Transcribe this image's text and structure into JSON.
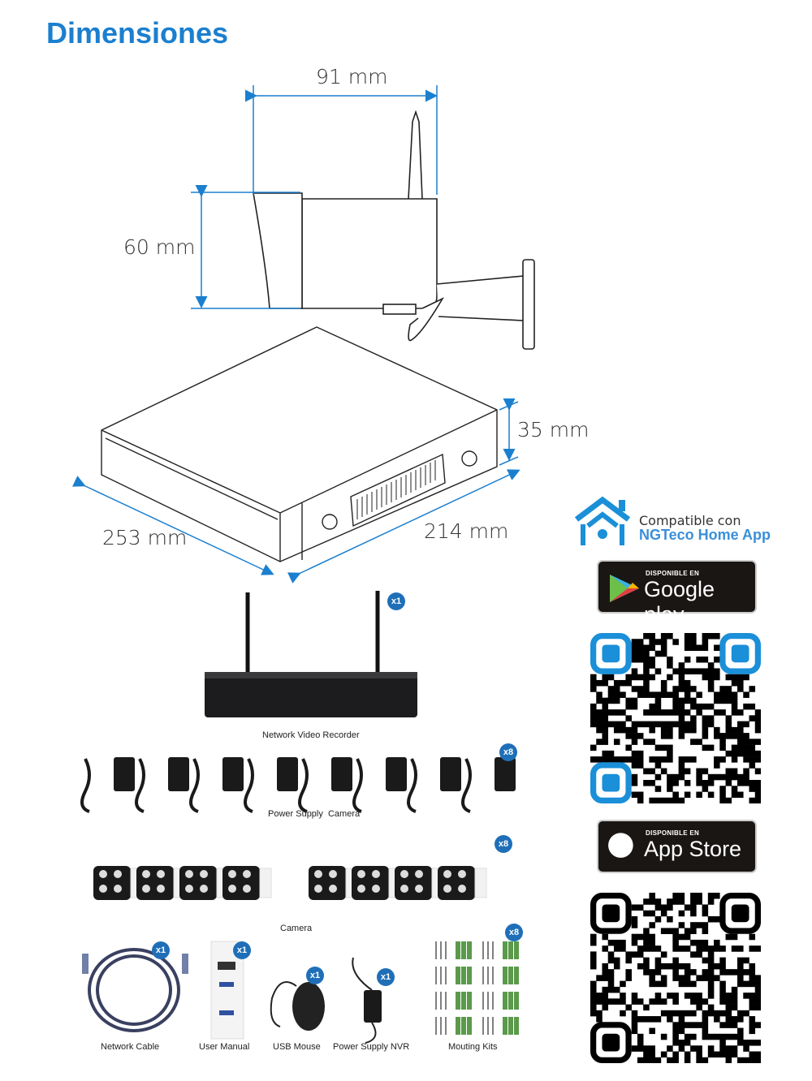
{
  "title": "Dimensiones",
  "dimensions": {
    "camera_width": "91 mm",
    "camera_height": "60 mm",
    "nvr_height": "35 mm",
    "nvr_width": "253 mm",
    "nvr_depth": "214 mm"
  },
  "compatibility": {
    "line1": "Compatible con",
    "line2": "NGTeco Home App"
  },
  "google_play": {
    "small": "DISPONIBLE EN",
    "big": "Google play"
  },
  "app_store": {
    "small": "DISPONIBLE EN",
    "big": "App Store"
  },
  "package": [
    {
      "label": "Network Video Recorder",
      "qty": "x1"
    },
    {
      "label": "Power Supply  Camera",
      "qty": "x8"
    },
    {
      "label": "Camera",
      "qty": "x8"
    },
    {
      "label": "Network Cable",
      "qty": "x1"
    },
    {
      "label": "User Manual",
      "qty": "x1"
    },
    {
      "label": "USB Mouse",
      "qty": "x1"
    },
    {
      "label": "Power Supply NVR",
      "qty": "x1"
    },
    {
      "label": "Mouting Kits",
      "qty": "x8"
    }
  ],
  "colors": {
    "accent": "#1b7fcf",
    "badge": "#1f6fb8",
    "green": "#5a9a4a"
  }
}
